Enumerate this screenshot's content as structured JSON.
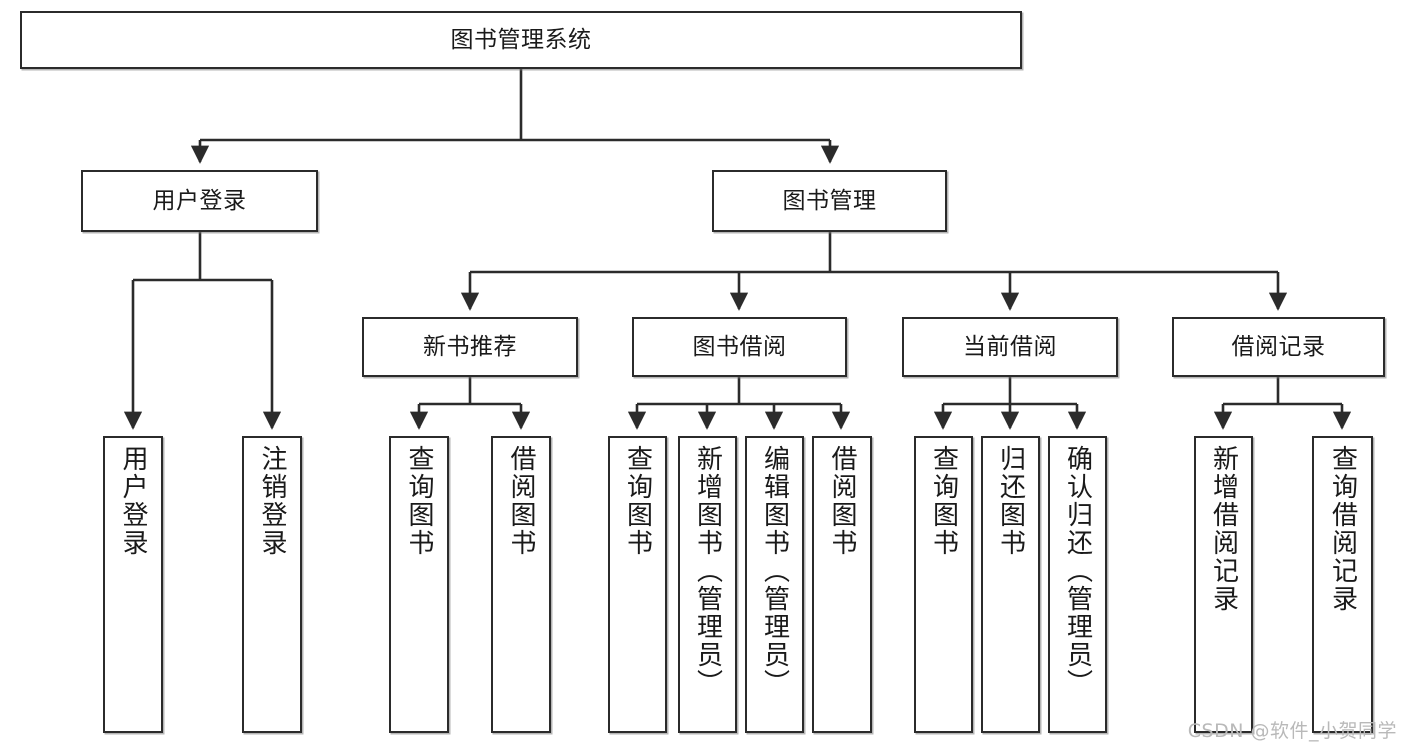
{
  "diagram": {
    "type": "tree-hierarchy",
    "title": "图书管理系统",
    "watermark": "CSDN @软件_小贺同学",
    "colors": {
      "box_border": "#2b2b2b",
      "box_fill": "#ffffff",
      "connector": "#2b2b2b",
      "watermark": "#b9b9b9",
      "background": "#ffffff"
    },
    "levels": {
      "root": {
        "label": "图书管理系统"
      },
      "level2": [
        {
          "label": "用户登录"
        },
        {
          "label": "图书管理"
        }
      ],
      "level3": [
        {
          "label": "新书推荐"
        },
        {
          "label": "图书借阅"
        },
        {
          "label": "当前借阅"
        },
        {
          "label": "借阅记录"
        }
      ],
      "leaves_user_login": [
        {
          "label": "用户登录"
        },
        {
          "label": "注销登录"
        }
      ],
      "leaves_new_book": [
        {
          "label": "查询图书"
        },
        {
          "label": "借阅图书"
        }
      ],
      "leaves_book_borrow": [
        {
          "label": "查询图书"
        },
        {
          "label": "新增图书（管理员）"
        },
        {
          "label": "编辑图书（管理员）"
        },
        {
          "label": "借阅图书"
        }
      ],
      "leaves_current_borrow": [
        {
          "label": "查询图书"
        },
        {
          "label": "归还图书"
        },
        {
          "label": "确认归还（管理员）"
        }
      ],
      "leaves_borrow_record": [
        {
          "label": "新增借阅记录"
        },
        {
          "label": "查询借阅记录"
        }
      ]
    }
  }
}
